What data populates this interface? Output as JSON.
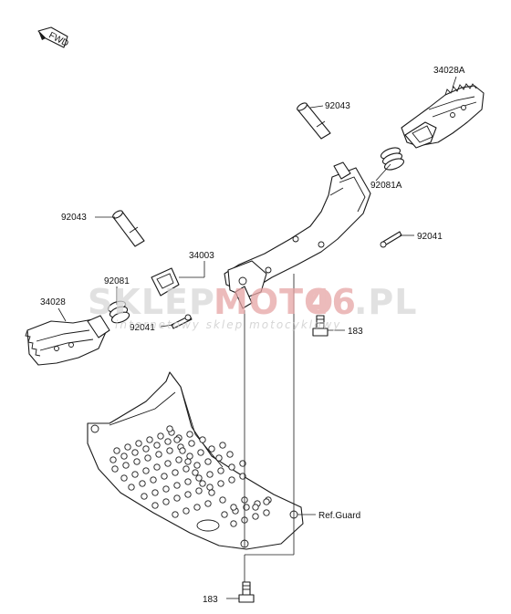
{
  "labels": {
    "fwd": "FWD",
    "p34028A": "34028A",
    "p92043_top": "92043",
    "p92081A": "92081A",
    "p92041_right": "92041",
    "p92043_left": "92043",
    "p34003": "34003",
    "p92081": "92081",
    "p34028": "34028",
    "p92041_left": "92041",
    "p183_top": "183",
    "ref_guard": "Ref.Guard",
    "p183_bottom": "183"
  },
  "watermark": {
    "main_a": "SKLEP",
    "main_b": "MOTO",
    "main_c": "46",
    "main_d": ".PL",
    "sub": "internetowy sklep motocyklowy"
  },
  "colors": {
    "line": "#1a1a1a",
    "watermark_grey": "#d8d8d8",
    "watermark_red": "#e6a5a5"
  }
}
